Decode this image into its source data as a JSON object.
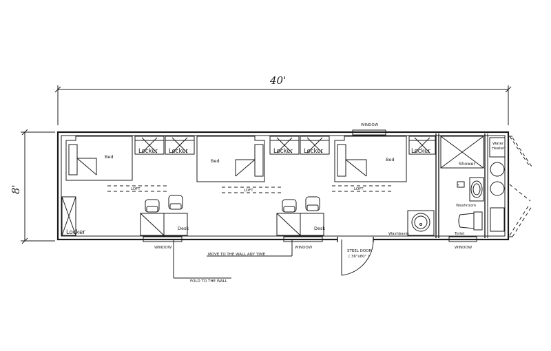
{
  "dimensions": {
    "length": "40'",
    "width": "8'"
  },
  "labels": {
    "bed": "Bed",
    "locker": "Locker",
    "desk": "Desk",
    "loft": "LOFT",
    "window": "WINDOW",
    "shower": "Shower",
    "water_heater_1": "Water",
    "water_heater_2": "Heater",
    "washroom": "Washroom",
    "toilet": "Toilet",
    "washbasin": "Washbasin",
    "steel_door_1": "STEEL DOOR",
    "steel_door_2": "( 36\"x80\" )",
    "note_move": "MOVE TO THE WALL ANY TIME",
    "note_fold": "FOLD TO THE WALL"
  }
}
